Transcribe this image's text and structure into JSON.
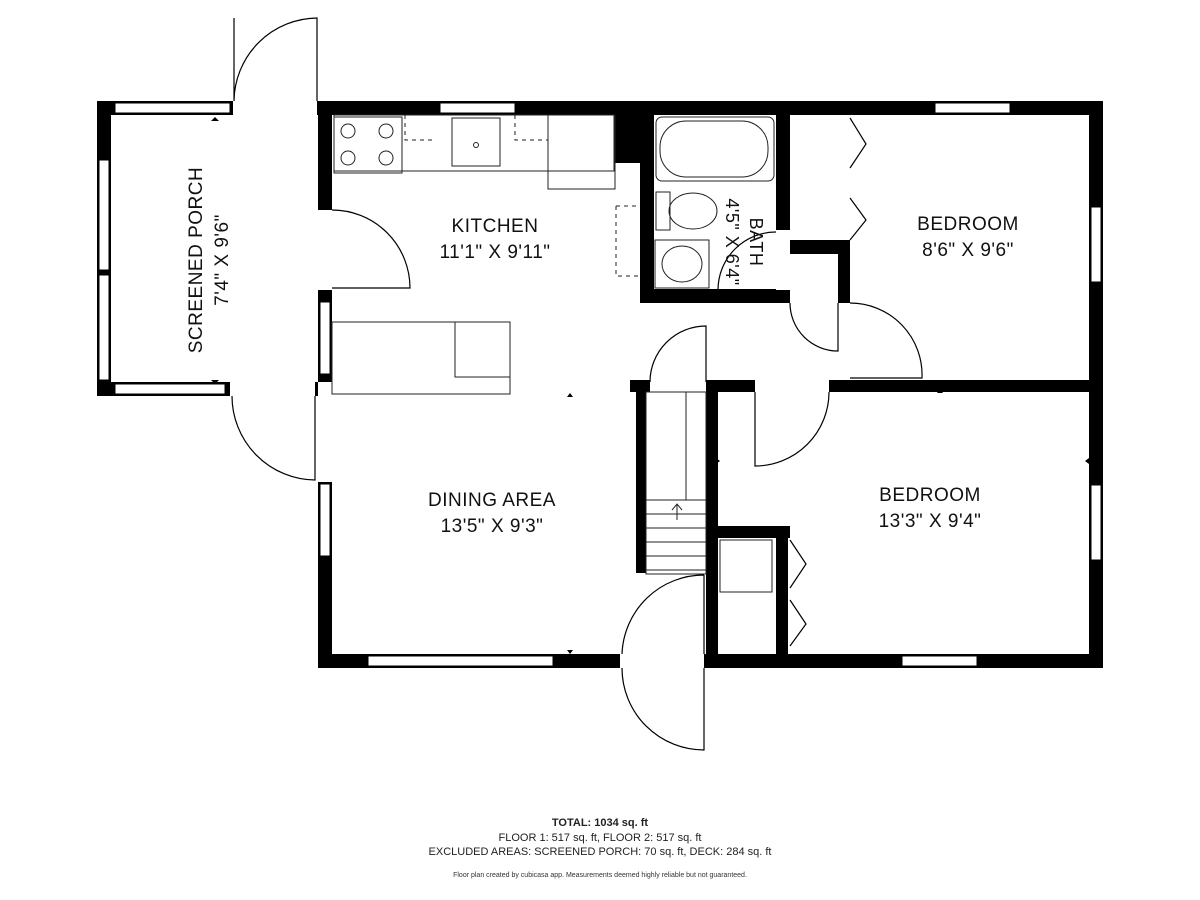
{
  "rooms": {
    "porch": {
      "name": "SCREENED PORCH",
      "dims": "7'4\" X 9'6\""
    },
    "kitchen": {
      "name": "KITCHEN",
      "dims": "11'1\" X 9'11\""
    },
    "bath": {
      "name": "BATH",
      "dims": "4'5\" X 6'4\""
    },
    "bedroom1": {
      "name": "BEDROOM",
      "dims": "8'6\" X 9'6\""
    },
    "dining": {
      "name": "DINING AREA",
      "dims": "13'5\" X 9'3\""
    },
    "bedroom2": {
      "name": "BEDROOM",
      "dims": "13'3\" X 9'4\""
    }
  },
  "summary": {
    "total": "TOTAL: 1034 sq. ft",
    "floors": "FLOOR 1: 517 sq. ft, FLOOR 2: 517 sq. ft",
    "excluded": "EXCLUDED AREAS: SCREENED PORCH: 70 sq. ft, DECK: 284 sq. ft",
    "credit": "Floor plan created by cubicasa app. Measurements deemed highly reliable but not guaranteed."
  },
  "colors": {
    "wall": "#000000",
    "window": "#ffffff",
    "fixture_line": "#222222"
  }
}
